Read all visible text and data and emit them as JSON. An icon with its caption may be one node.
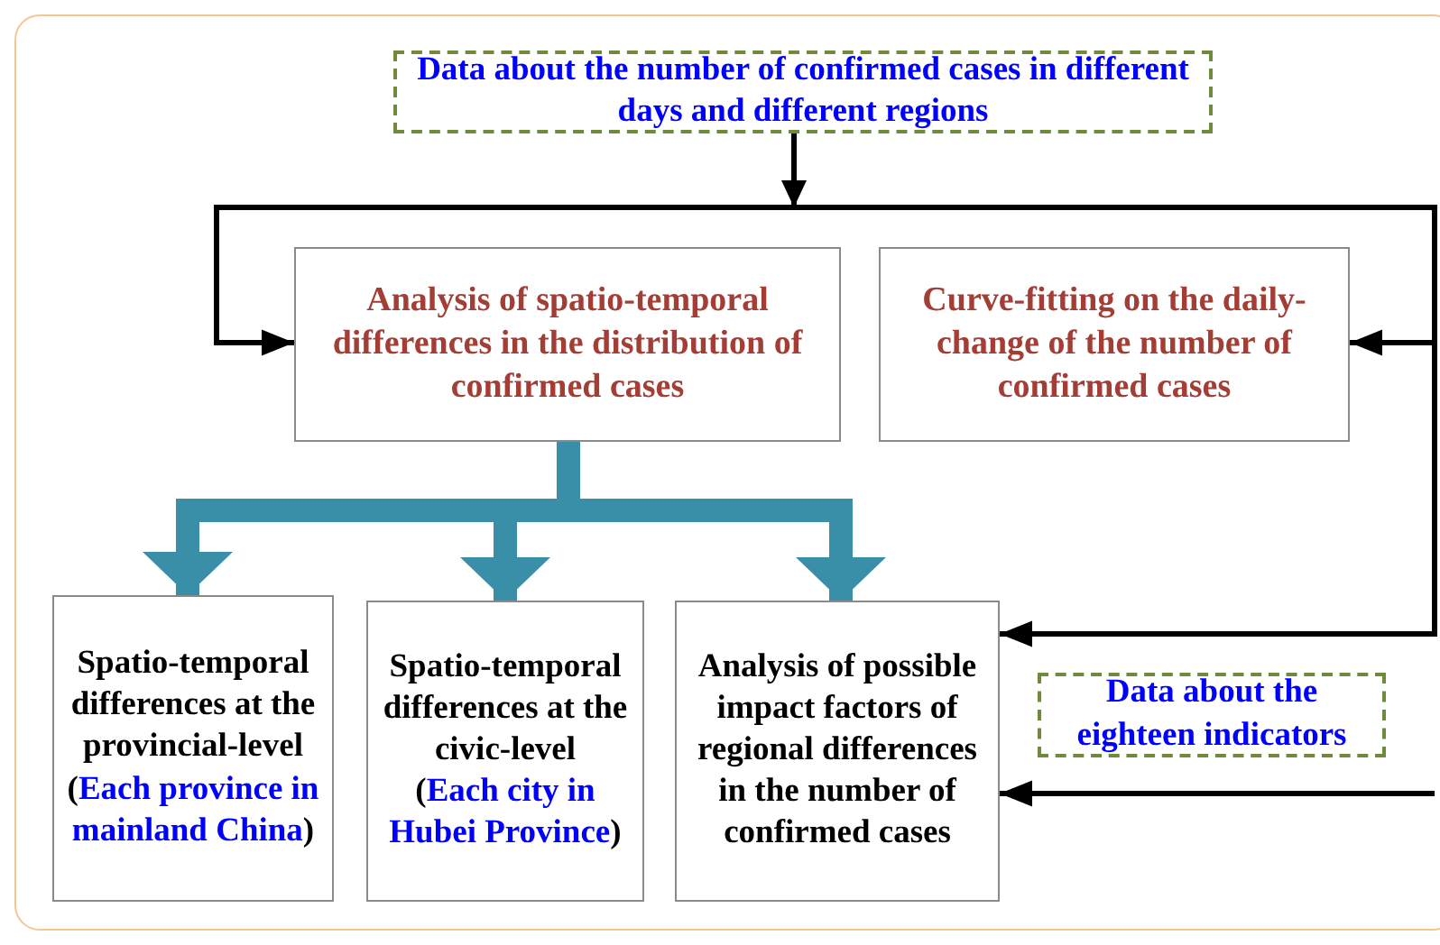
{
  "diagram": {
    "nodes": [
      {
        "text": [
          "Data about the number of confirmed cases in different days and different regions"
        ]
      },
      {
        "text": [
          "Analysis of spatio-temporal differences in the distribution of confirmed cases"
        ]
      },
      {
        "text": [
          "Curve-fitting on the daily-change of the number of confirmed cases"
        ]
      },
      {
        "text": [
          "Spatio-temporal differences at the provincial-level",
          "(*Each province in mainland China*)"
        ]
      },
      {
        "text": [
          "Spatio-temporal differences at the civic-level",
          "(*Each city in Hubei Province*)"
        ]
      },
      {
        "text": [
          "Analysis of possible impact factors of regional differences in the number of confirmed cases"
        ]
      },
      {
        "text": [
          "Data about the eighteen indicators"
        ]
      }
    ],
    "edges": [
      {
        "from": 0,
        "to": 1,
        "arrow": "to"
      },
      {
        "from": 0,
        "to": 2,
        "arrow": "to"
      },
      {
        "from": 0,
        "to": 5,
        "arrow": "to"
      },
      {
        "from": 1,
        "to": 3,
        "arrow": "to",
        "style": "thick",
        "color": "#3a8fa8"
      },
      {
        "from": 1,
        "to": 4,
        "arrow": "to",
        "style": "thick",
        "color": "#3a8fa8"
      },
      {
        "from": 1,
        "to": 5,
        "arrow": "to",
        "style": "thick",
        "color": "#3a8fa8"
      },
      {
        "from": null,
        "to": 5,
        "arrow": "to"
      }
    ]
  }
}
